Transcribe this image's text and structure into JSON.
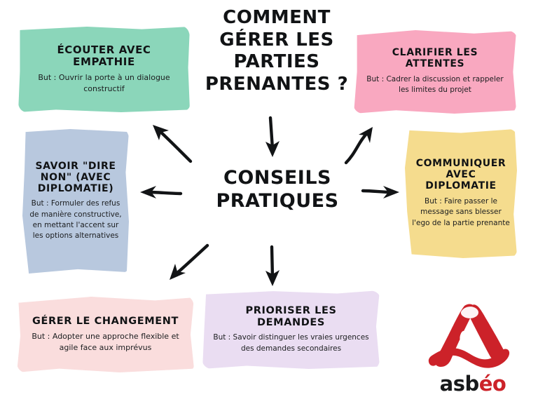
{
  "headline": "COMMENT GÉRER LES PARTIES PRENANTES ?",
  "hub": "CONSEILS PRATIQUES",
  "cards": [
    {
      "id": "ecouter",
      "title": "ÉCOUTER AVEC EMPATHIE",
      "goal": "But : Ouvrir la porte à un dialogue constructif",
      "color": "#8BD6BA"
    },
    {
      "id": "clarifier",
      "title": "CLARIFIER LES ATTENTES",
      "goal": "But : Cadrer la discussion et rappeler les limites du projet",
      "color": "#F9A8C0"
    },
    {
      "id": "dire-non",
      "title": "SAVOIR \"DIRE NON\" (AVEC DIPLOMATIE)",
      "goal": "But : Formuler des refus de manière constructive, en mettant l'accent sur les options alternatives",
      "color": "#B8C8DE"
    },
    {
      "id": "communiquer",
      "title": "COMMUNIQUER AVEC DIPLOMATIE",
      "goal": "But : Faire passer le message sans blesser l'ego de la partie prenante",
      "color": "#F5DC8E"
    },
    {
      "id": "gerer-changement",
      "title": "GÉRER LE CHANGEMENT",
      "goal": "But : Adopter une approche flexible et agile face aux imprévus",
      "color": "#FADDDD"
    },
    {
      "id": "prioriser",
      "title": "PRIORISER LES DEMANDES",
      "goal": "But : Savoir distinguer les vraies urgences des demandes secondaires",
      "color": "#EADDF2"
    }
  ],
  "arrows": [
    {
      "name": "arrow-headline-to-hub",
      "direction": "down"
    },
    {
      "name": "arrow-hub-to-ecouter",
      "direction": "up-left"
    },
    {
      "name": "arrow-hub-to-dire-non",
      "direction": "left"
    },
    {
      "name": "arrow-hub-to-clarifier",
      "direction": "up-right"
    },
    {
      "name": "arrow-hub-to-communiquer",
      "direction": "right"
    },
    {
      "name": "arrow-hub-to-gerer-changement",
      "direction": "down-left"
    },
    {
      "name": "arrow-hub-to-prioriser",
      "direction": "down"
    }
  ],
  "logo": {
    "word_main": "asb",
    "word_accent": "éo",
    "mark_color": "#CC2229"
  }
}
